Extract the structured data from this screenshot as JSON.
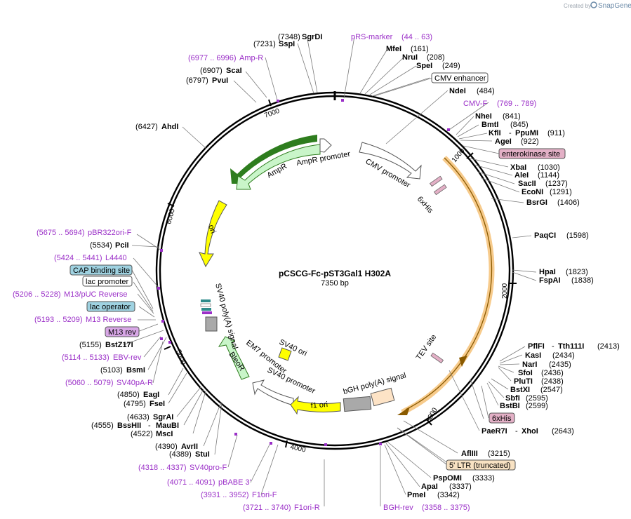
{
  "branding": {
    "created_by": "Created by",
    "product": "SnapGene"
  },
  "plasmid": {
    "name": "pCSCG-Fc-pST3Gal1 H302A",
    "length": "7350 bp"
  },
  "ticks": [
    "1000",
    "2000",
    "3000",
    "4000",
    "5000",
    "6000",
    "7000"
  ],
  "sites": [
    {
      "name": "SgrDI",
      "pos": "(7348)"
    },
    {
      "name": "SspI",
      "pos": "(7231)"
    },
    {
      "name": "ScaI",
      "pos": "(6907)"
    },
    {
      "name": "PvuI",
      "pos": "(6797)"
    },
    {
      "name": "AhdI",
      "pos": "(6427)"
    },
    {
      "name": "PciI",
      "pos": "(5534)"
    },
    {
      "name": "BstZ17I",
      "pos": "(5155)"
    },
    {
      "name": "BsmI",
      "pos": "(5103)"
    },
    {
      "name": "EagI",
      "pos": "(4850)"
    },
    {
      "name": "FseI",
      "pos": "(4795)"
    },
    {
      "name": "SgrAI",
      "pos": "(4633)"
    },
    {
      "name": "BssHII",
      "pos": "(4555)"
    },
    {
      "name": "MauBI",
      "pos": ""
    },
    {
      "name": "MscI",
      "pos": "(4522)"
    },
    {
      "name": "AvrII",
      "pos": "(4390)"
    },
    {
      "name": "StuI",
      "pos": "(4389)"
    },
    {
      "name": "MfeI",
      "pos": "(161)"
    },
    {
      "name": "NruI",
      "pos": "(208)"
    },
    {
      "name": "SpeI",
      "pos": "(249)"
    },
    {
      "name": "NdeI",
      "pos": "(484)"
    },
    {
      "name": "NheI",
      "pos": "(841)"
    },
    {
      "name": "BmtI",
      "pos": "(845)"
    },
    {
      "name": "KflI",
      "pos": ""
    },
    {
      "name": "PpuMI",
      "pos": "(911)"
    },
    {
      "name": "AgeI",
      "pos": "(922)"
    },
    {
      "name": "XbaI",
      "pos": "(1030)"
    },
    {
      "name": "AleI",
      "pos": "(1144)"
    },
    {
      "name": "SacII",
      "pos": "(1237)"
    },
    {
      "name": "EcoNI",
      "pos": "(1291)"
    },
    {
      "name": "BsrGI",
      "pos": "(1406)"
    },
    {
      "name": "PaqCI",
      "pos": "(1598)"
    },
    {
      "name": "HpaI",
      "pos": "(1823)"
    },
    {
      "name": "FspAI",
      "pos": "(1838)"
    },
    {
      "name": "PflFI",
      "pos": ""
    },
    {
      "name": "Tth111I",
      "pos": "(2413)"
    },
    {
      "name": "KasI",
      "pos": "(2434)"
    },
    {
      "name": "NarI",
      "pos": "(2435)"
    },
    {
      "name": "SfoI",
      "pos": "(2436)"
    },
    {
      "name": "PluTI",
      "pos": "(2438)"
    },
    {
      "name": "BstXI",
      "pos": "(2547)"
    },
    {
      "name": "SbfI",
      "pos": "(2595)"
    },
    {
      "name": "BstBI",
      "pos": "(2599)"
    },
    {
      "name": "PaeR7I",
      "pos": ""
    },
    {
      "name": "XhoI",
      "pos": "(2643)"
    },
    {
      "name": "AflIII",
      "pos": "(3215)"
    },
    {
      "name": "PspOMI",
      "pos": "(3333)"
    },
    {
      "name": "ApaI",
      "pos": "(3337)"
    },
    {
      "name": "PmeI",
      "pos": "(3342)"
    }
  ],
  "primers": [
    {
      "name": "pRS-marker",
      "range": "(44 .. 63)"
    },
    {
      "name": "Amp-R",
      "range": "(6977 .. 6996)"
    },
    {
      "name": "CMV-F",
      "range": "(769 .. 789)"
    },
    {
      "name": "pBR322ori-F",
      "range": "(5675 .. 5694)"
    },
    {
      "name": "L4440",
      "range": "(5424 .. 5441)"
    },
    {
      "name": "M13/pUC Reverse",
      "range": "(5206 .. 5228)"
    },
    {
      "name": "M13 Reverse",
      "range": "(5193 .. 5209)"
    },
    {
      "name": "EBV-rev",
      "range": "(5114 .. 5133)"
    },
    {
      "name": "SV40pA-R",
      "range": "(5060 .. 5079)"
    },
    {
      "name": "SV40pro-F",
      "range": "(4318 .. 4337)"
    },
    {
      "name": "pBABE 3'",
      "range": "(4071 .. 4091)"
    },
    {
      "name": "F1ori-F",
      "range": "(3931 .. 3952)"
    },
    {
      "name": "F1ori-R",
      "range": "(3721 .. 3740)"
    },
    {
      "name": "BGH-rev",
      "range": "(3358 .. 3375)"
    }
  ],
  "boxes": [
    {
      "name": "CMV enhancer"
    },
    {
      "name": "enterokinase site"
    },
    {
      "name": "CAP binding site"
    },
    {
      "name": "lac promoter"
    },
    {
      "name": "lac operator"
    },
    {
      "name": "M13 rev"
    },
    {
      "name": "6xHis"
    },
    {
      "name": "5' LTR (truncated)"
    }
  ],
  "features": [
    "AmpR",
    "AmpR promoter",
    "CMV promoter",
    "6xHis",
    "ori",
    "SV40 poly(A) signal",
    "EM7 promoter",
    "BleoR",
    "SV40 ori",
    "SV40 promoter",
    "f1 ori",
    "bGH poly(A) signal",
    "TEV site"
  ],
  "colors": {
    "primer": "#9b30c8",
    "ampr": "#c9f5c9",
    "ampr_edge": "#2e7d1e",
    "ori": "#ffff00",
    "orange": "#f0a12e",
    "grey": "#a9a9a9",
    "peach": "#fde3c6",
    "his": "#e3b0c6",
    "cap": "#9fd2e1",
    "m13rev": "#d8a7e6",
    "ltr": "#f8e2c3"
  }
}
